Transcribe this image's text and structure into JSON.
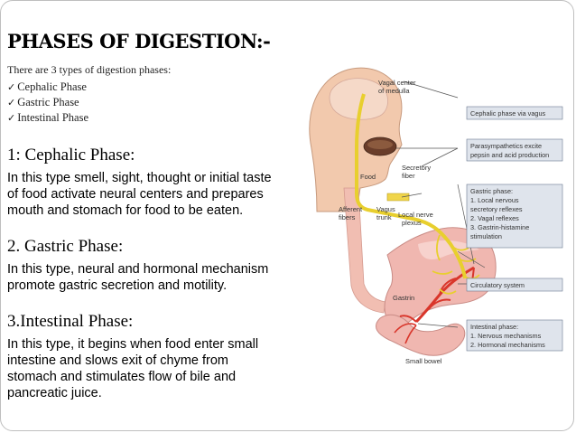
{
  "title": "PHASES OF DIGESTION:-",
  "intro": "There are 3 types of digestion phases:",
  "checklist": [
    {
      "mark": "✓",
      "text": "Cephalic Phase"
    },
    {
      "mark": "✓",
      "text": "Gastric Phase"
    },
    {
      "mark": "✓",
      "text": "Intestinal Phase"
    }
  ],
  "phases": [
    {
      "heading": "1: Cephalic Phase:",
      "lines": [
        "In this type smell, sight, thought or initial taste",
        "of food activate neural centers and prepares",
        "mouth and stomach for food to be eaten."
      ]
    },
    {
      "heading": "2. Gastric Phase:",
      "lines": [
        "In this type, neural and hormonal mechanism",
        "promote gastric secretion and motility."
      ]
    },
    {
      "heading": "3.Intestinal Phase:",
      "lines": [
        "In this type, it begins when food enter small",
        "intestine and slows exit of chyme from",
        "stomach and stimulates flow of bile and",
        "pancreatic juice."
      ]
    }
  ],
  "figure": {
    "labels": {
      "vagal_center": [
        "Vagal center",
        "of medulla"
      ],
      "food": "Food",
      "secretory_fiber": [
        "Secretory",
        "fiber"
      ],
      "afferent_fibers": [
        "Afferent",
        "fibers"
      ],
      "vagus_trunk": [
        "Vagus",
        "trunk"
      ],
      "local_nerve_plexus": [
        "Local nerve",
        "plexus"
      ],
      "gastrin": "Gastrin",
      "small_bowel": "Small bowel"
    },
    "boxes": {
      "cephalic": [
        "Cephalic phase via vagus"
      ],
      "parasympathetics": [
        "Parasympathetics excite",
        "pepsin and acid production"
      ],
      "gastric": [
        "Gastric phase:",
        "1. Local nervous",
        "    secretory reflexes",
        "2. Vagal reflexes",
        "3. Gastrin-histamine",
        "    stimulation"
      ],
      "circulatory": [
        "Circulatory system"
      ],
      "intestinal": [
        "Intestinal phase:",
        "1. Nervous mechanisms",
        "2. Hormonal mechanisms"
      ]
    },
    "colors": {
      "nerve": "#e8cf2e",
      "skin": "#f2c9ad",
      "stomach": "#f0b7b0",
      "artery": "#d9362b",
      "box_fill": "#dfe4ec",
      "box_stroke": "#6b7a90"
    }
  }
}
